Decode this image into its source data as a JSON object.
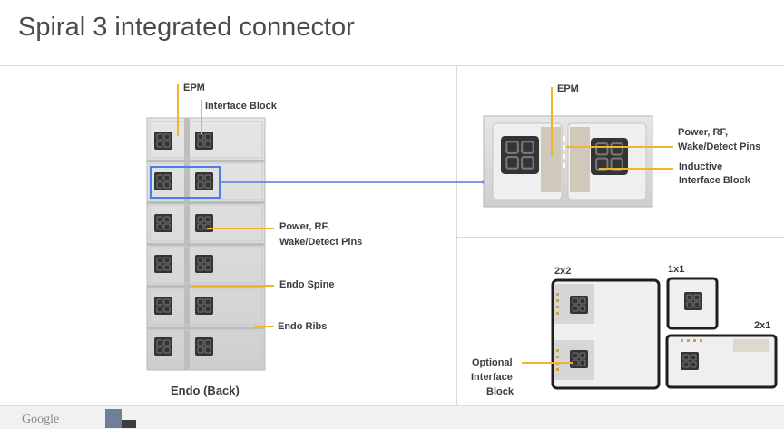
{
  "slide": {
    "title": "Spiral 3 integrated connector",
    "logo": "Google"
  },
  "left_diagram": {
    "labels": {
      "epm": "EPM",
      "interface_block": "Interface Block",
      "pins_line1": "Power, RF,",
      "pins_line2": "Wake/Detect Pins",
      "endo_spine": "Endo Spine",
      "endo_ribs": "Endo Ribs"
    },
    "caption": "Endo (Back)"
  },
  "top_right_diagram": {
    "labels": {
      "epm": "EPM",
      "pins_line1": "Power, RF,",
      "pins_line2": "Wake/Detect Pins",
      "inductive_line1": "Inductive",
      "inductive_line2": "Interface Block"
    }
  },
  "bottom_right_diagram": {
    "labels": {
      "size_2x2": "2x2",
      "size_1x1": "1x1",
      "size_2x1": "2x1",
      "optional_line1": "Optional",
      "optional_line2": "Interface",
      "optional_line3": "Block"
    }
  },
  "colors": {
    "callout": "#f2b330",
    "highlight": "#4a7fe0",
    "module": "#d6d6d6",
    "block": "#333333"
  }
}
